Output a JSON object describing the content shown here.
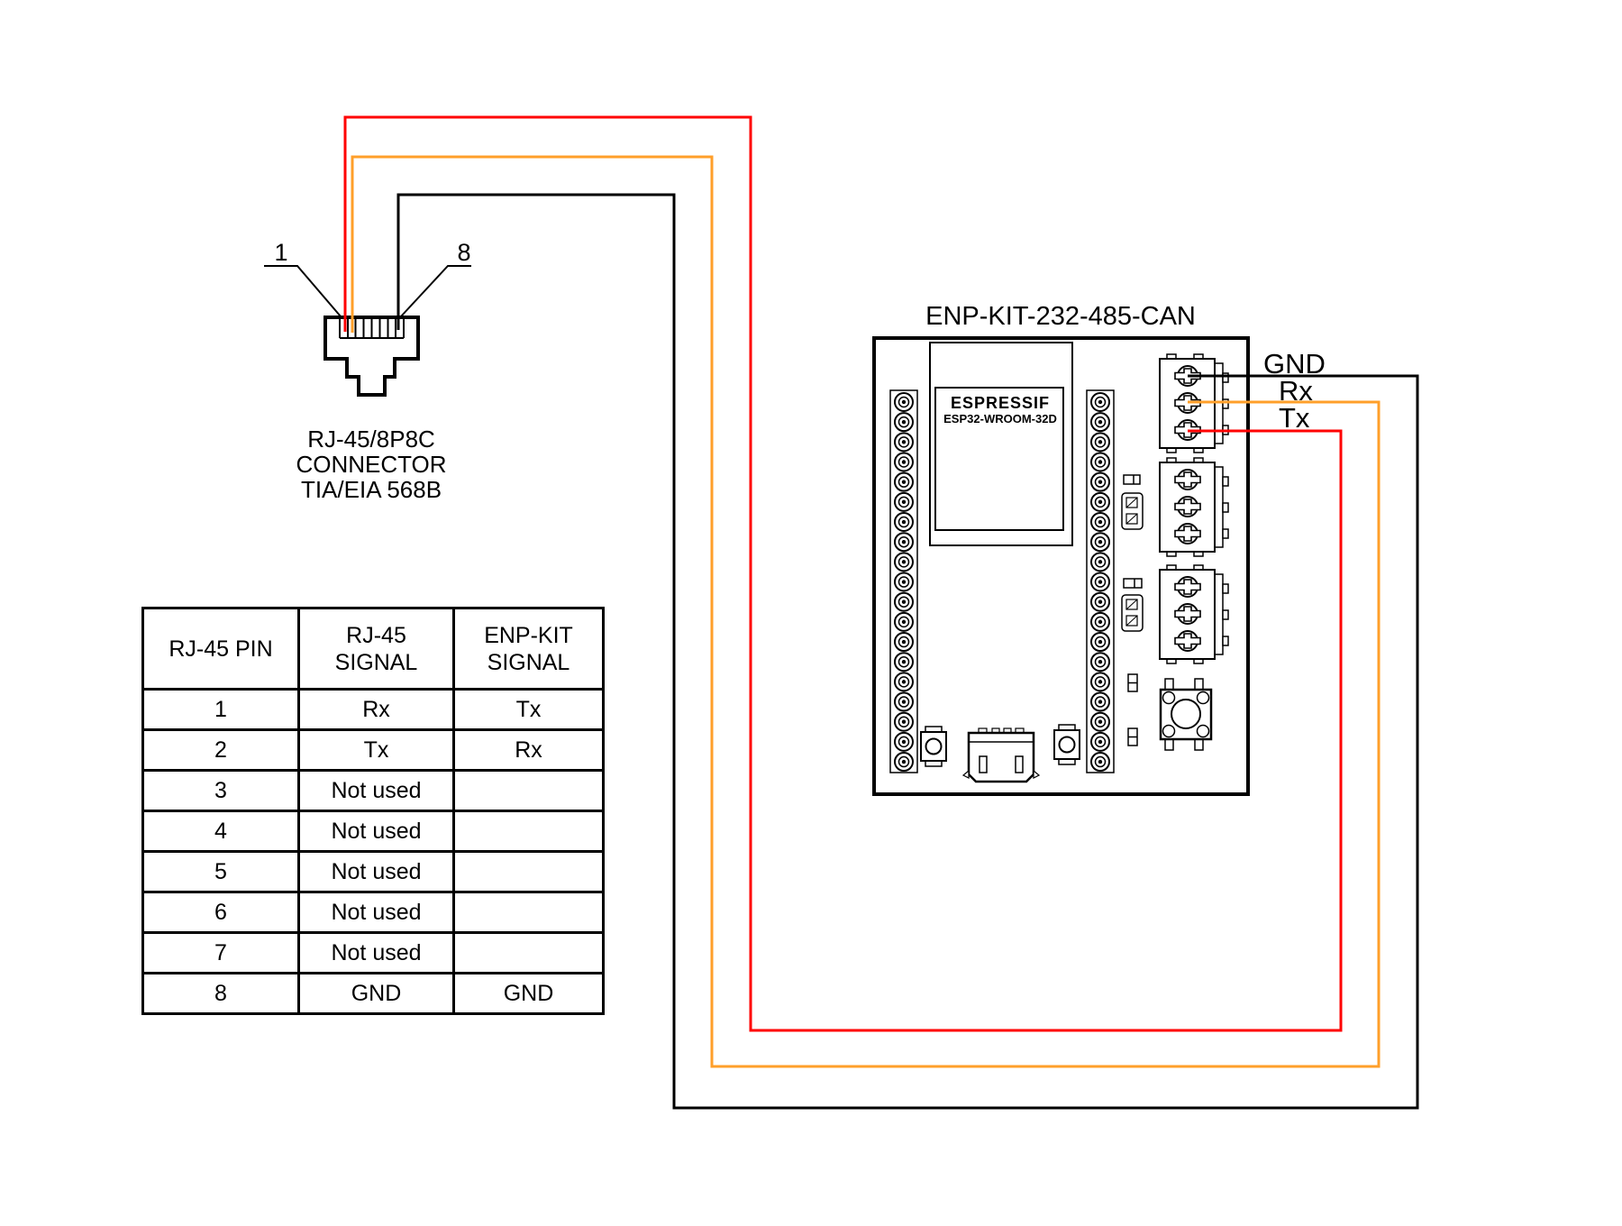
{
  "diagram": {
    "title": "ENP-KIT-232-485-CAN",
    "connector_caption": {
      "line1": "RJ-45/8P8C",
      "line2": "CONNECTOR",
      "line3": "TIA/EIA 568B"
    },
    "pin_labels": {
      "first": "1",
      "last": "8"
    },
    "signal_labels": {
      "gnd": "GND",
      "rx": "Rx",
      "tx": "Tx"
    },
    "module": {
      "brand": "ESPRESSIF",
      "model": "ESP32-WROOM-32D"
    },
    "colors": {
      "tx_wire": "#ff0000",
      "rx_wire": "#ff9f2a",
      "gnd_wire": "#000000"
    }
  },
  "table": {
    "headers": [
      "RJ-45 PIN",
      "RJ-45\nSIGNAL",
      "ENP-KIT\nSIGNAL"
    ],
    "rows": [
      [
        "1",
        "Rx",
        "Tx"
      ],
      [
        "2",
        "Tx",
        "Rx"
      ],
      [
        "3",
        "Not used",
        ""
      ],
      [
        "4",
        "Not used",
        ""
      ],
      [
        "5",
        "Not used",
        ""
      ],
      [
        "6",
        "Not used",
        ""
      ],
      [
        "7",
        "Not used",
        ""
      ],
      [
        "8",
        "GND",
        "GND"
      ]
    ]
  }
}
